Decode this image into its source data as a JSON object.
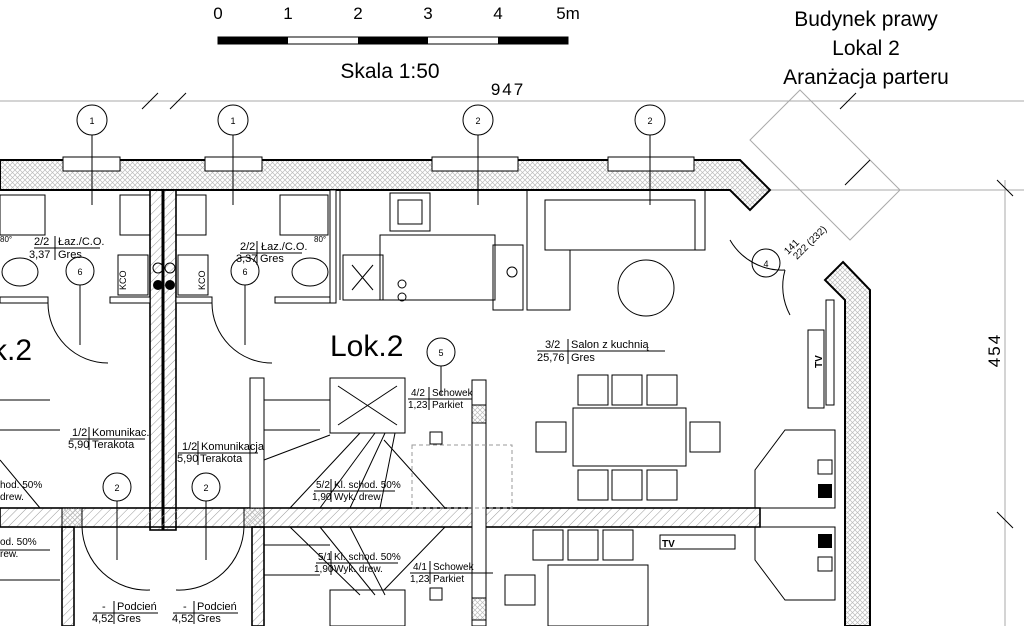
{
  "scale_bar": {
    "ticks": [
      "0",
      "1",
      "2",
      "3",
      "4",
      "5m"
    ],
    "label": "Skala 1:50"
  },
  "title": {
    "line1": "Budynek prawy",
    "line2": "Lokal 2",
    "line3": "Aranżacja parteru"
  },
  "dimensions": {
    "width": "947",
    "height": "454",
    "door_width": "141",
    "door_height": "222 (232)"
  },
  "unit_labels": {
    "left": "k.2",
    "main": "Lok.2"
  },
  "grid_markers": [
    "1",
    "1",
    "2",
    "2",
    "6",
    "6",
    "2",
    "2",
    "5",
    "4"
  ],
  "fixtures": {
    "kco": "KCO",
    "tv": "TV",
    "angle": "80°"
  },
  "rooms": [
    {
      "num": "2/2",
      "area": "3,37",
      "name": "Łaz./C.O.",
      "sub": "Gres"
    },
    {
      "num": "2/2",
      "area": "3,37",
      "name": "Łaz./C.O.",
      "sub": "Gres"
    },
    {
      "num": "1/2",
      "area": "5,90",
      "name": "Komunikac.",
      "sub": "Terakota"
    },
    {
      "num": "1/2",
      "area": "5,90",
      "name": "Komunikacja",
      "sub": "Terakota"
    },
    {
      "num": "5/2",
      "area": "1,90",
      "name": "Kl. schod. 50%",
      "sub": "Wyk. drew."
    },
    {
      "num": "5/1",
      "area": "1,90",
      "name": "Kl. schod. 50%",
      "sub": "Wyk. drew."
    },
    {
      "num": "4/2",
      "area": "1,23",
      "name": "Schowek",
      "sub": "Parkiet"
    },
    {
      "num": "4/1",
      "area": "1,23",
      "name": "Schowek",
      "sub": "Parkiet"
    },
    {
      "num": "3/2",
      "area": "25,76",
      "name": "Salon z kuchnią",
      "sub": "Gres"
    },
    {
      "num": "-",
      "area": "4,52",
      "name": "Podcień",
      "sub": "Gres"
    },
    {
      "num": "-",
      "area": "4,52",
      "name": "Podcień",
      "sub": "Gres"
    }
  ],
  "partial_labels": {
    "a1": "hod. 50%",
    "a2": "drew.",
    "b1": "od. 50%",
    "b2": "rew."
  }
}
